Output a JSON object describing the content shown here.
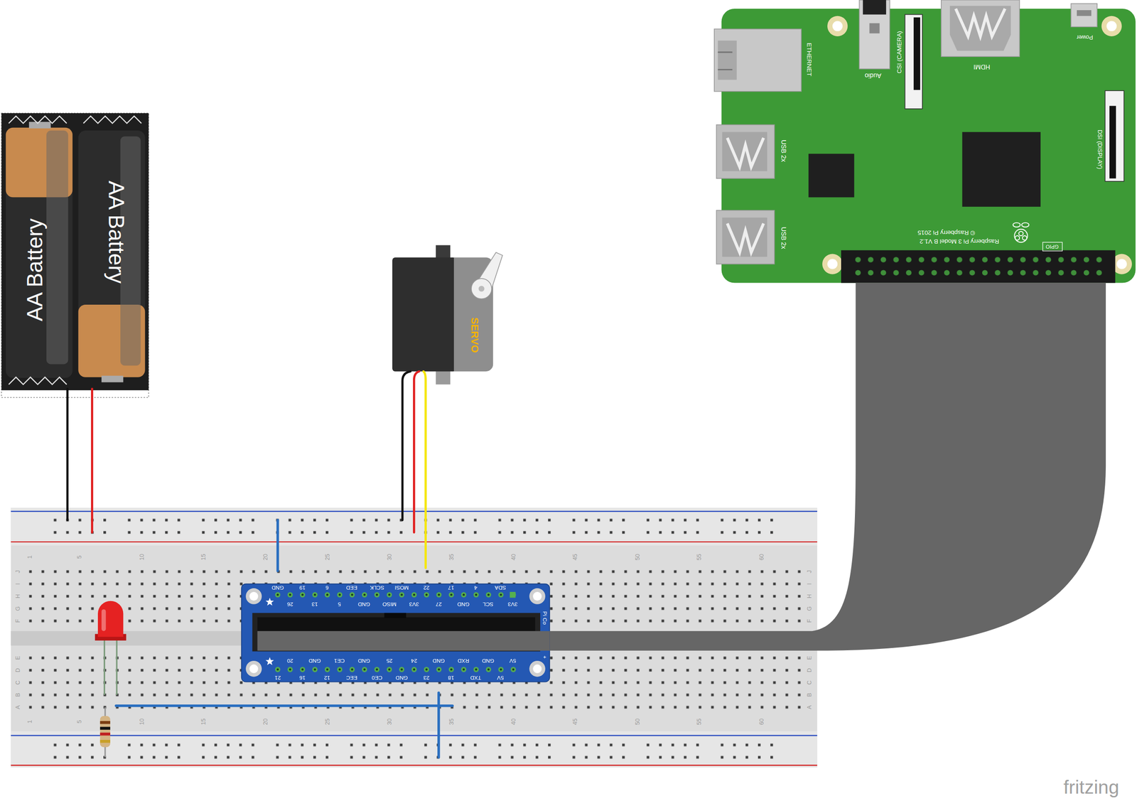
{
  "diagram": {
    "nodes": [
      {
        "text": [
          "AA Battery",
          "AA Battery"
        ]
      },
      {
        "text": [
          "SERVO"
        ]
      },
      {
        "text": [
          "ETHERNET",
          "Audio",
          "CSI (CAMERA)",
          "HDMI",
          "Power",
          "USB 2x",
          "USB 2x",
          "DSI (DISPLAY)",
          "Raspberry Pi 3 Model B V1.2",
          "© Raspberry Pi 2015",
          "GPIO"
        ]
      },
      {
        "text": [
          "GND",
          "19",
          "6",
          "EED",
          "SCLK",
          "MOSI",
          "22",
          "17",
          "4",
          "SDA",
          "26",
          "13",
          "5",
          "GND",
          "MISO",
          "3V3",
          "27",
          "GND",
          "SCL",
          "3V3",
          "20",
          "GND",
          "CE1",
          "GND",
          "25",
          "24",
          "GND",
          "RXD",
          "GND",
          "5V",
          "21",
          "16",
          "12",
          "EEC",
          "CE0",
          "GND",
          "23",
          "18",
          "TXD",
          "5V",
          "Pi Co",
          "+"
        ]
      }
    ],
    "edges": [
      {
        "from": 2,
        "to": 3,
        "arrow": "none"
      }
    ],
    "labels": [
      "1",
      "5",
      "10",
      "15",
      "20",
      "25",
      "30",
      "35",
      "40",
      "45",
      "50",
      "55",
      "60",
      "1",
      "5",
      "10",
      "15",
      "20",
      "25",
      "30",
      "35",
      "40",
      "45",
      "50",
      "55",
      "60",
      "J",
      "I",
      "H",
      "G",
      "F",
      "E",
      "D",
      "C",
      "B",
      "A",
      "J",
      "I",
      "H",
      "G",
      "F",
      "E",
      "D",
      "C",
      "B",
      "A",
      "fritzing"
    ]
  }
}
